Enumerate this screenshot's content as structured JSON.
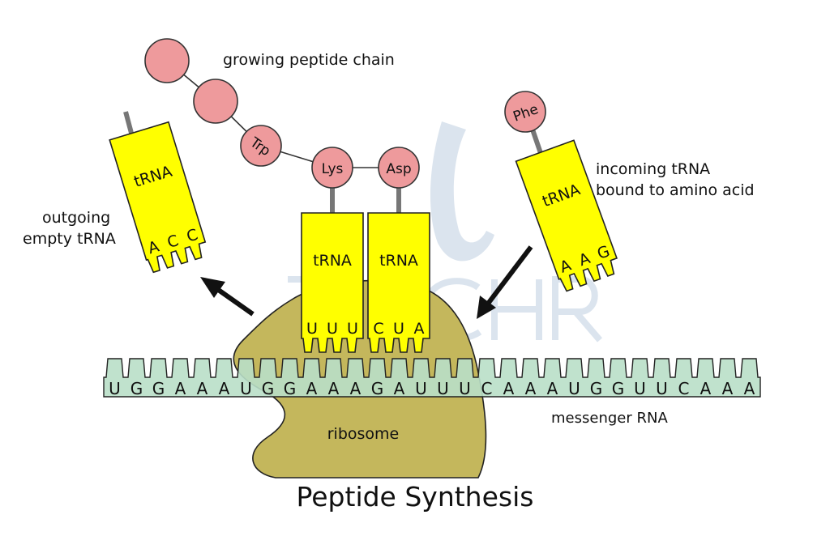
{
  "title": "Peptide Synthesis",
  "watermark": {
    "logo_text": "TYCHR"
  },
  "labels": {
    "growing_chain": "growing peptide chain",
    "incoming_line1": "incoming tRNA",
    "incoming_line2": "bound to amino acid",
    "outgoing_line1": "outgoing",
    "outgoing_line2": "empty tRNA",
    "mrna": "messenger RNA",
    "ribosome": "ribosome"
  },
  "amino_acids": {
    "chain": [
      "",
      "",
      "Trp",
      "Lys",
      "Asp"
    ],
    "incoming": "Phe"
  },
  "trnas": {
    "outgoing": {
      "label": "tRNA",
      "anticodon": [
        "A",
        "C",
        "C"
      ]
    },
    "site1": {
      "label": "tRNA",
      "anticodon": [
        "U",
        "U",
        "U"
      ]
    },
    "site2": {
      "label": "tRNA",
      "anticodon": [
        "C",
        "U",
        "A"
      ]
    },
    "incoming": {
      "label": "tRNA",
      "anticodon": [
        "A",
        "A",
        "G"
      ]
    }
  },
  "mrna_sequence": [
    "U",
    "G",
    "G",
    "A",
    "A",
    "A",
    "U",
    "G",
    "G",
    "A",
    "A",
    "A",
    "G",
    "A",
    "U",
    "U",
    "U",
    "C",
    "A",
    "A",
    "A",
    "U",
    "G",
    "G",
    "U",
    "U",
    "C",
    "A",
    "A",
    "A"
  ],
  "colors": {
    "trna": "#ffff00",
    "amino_acid": "#ee9a9c",
    "ribosome": "#c4b75c",
    "mrna": "#b9dfc8",
    "watermark": "#c9d6e3"
  }
}
